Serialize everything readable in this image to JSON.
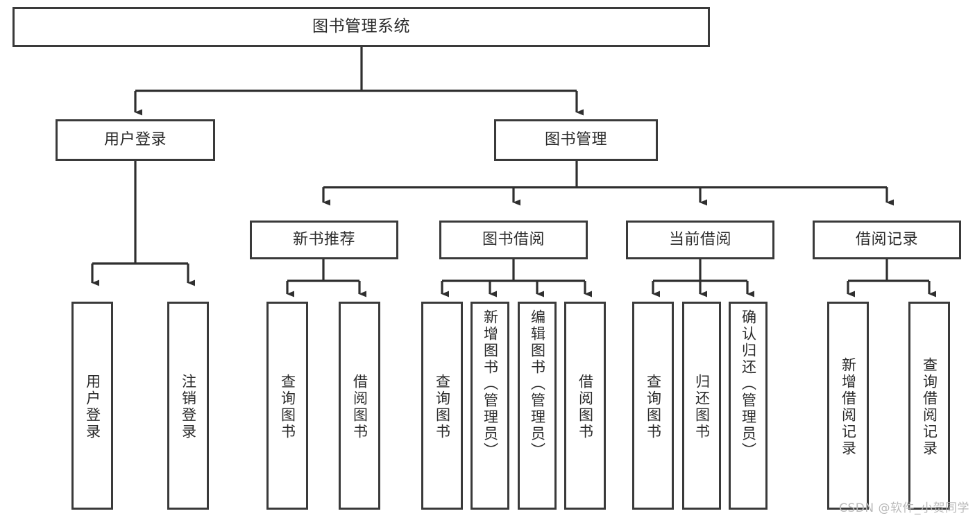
{
  "diagram": {
    "title": "图书管理系统",
    "type": "功能结构图",
    "colors": {
      "box_border": "#3a3a3a",
      "box_fill": "#ffffff",
      "connector": "#2f2f2f",
      "text": "#2b2b2b",
      "watermark": "#b9b9b9",
      "background": "#ffffff"
    },
    "root": {
      "label": "图书管理系统"
    },
    "level2": [
      {
        "label": "用户登录"
      },
      {
        "label": "图书管理"
      }
    ],
    "level3": [
      {
        "label": "新书推荐"
      },
      {
        "label": "图书借阅"
      },
      {
        "label": "当前借阅"
      },
      {
        "label": "借阅记录"
      }
    ],
    "leaves": {
      "user_login": [
        {
          "label": "用户登录"
        },
        {
          "label": "注销登录"
        }
      ],
      "new_book_recommend": [
        {
          "label": "查询图书"
        },
        {
          "label": "借阅图书"
        }
      ],
      "book_borrow": [
        {
          "label": "查询图书"
        },
        {
          "label": "新增图书（管理员）"
        },
        {
          "label": "编辑图书（管理员）"
        },
        {
          "label": "借阅图书"
        }
      ],
      "current_borrow": [
        {
          "label": "查询图书"
        },
        {
          "label": "归还图书"
        },
        {
          "label": "确认归还（管理员）"
        }
      ],
      "borrow_record": [
        {
          "label": "新增借阅记录"
        },
        {
          "label": "查询借阅记录"
        }
      ]
    },
    "watermark": "CSDN @软件_小贺同学"
  }
}
